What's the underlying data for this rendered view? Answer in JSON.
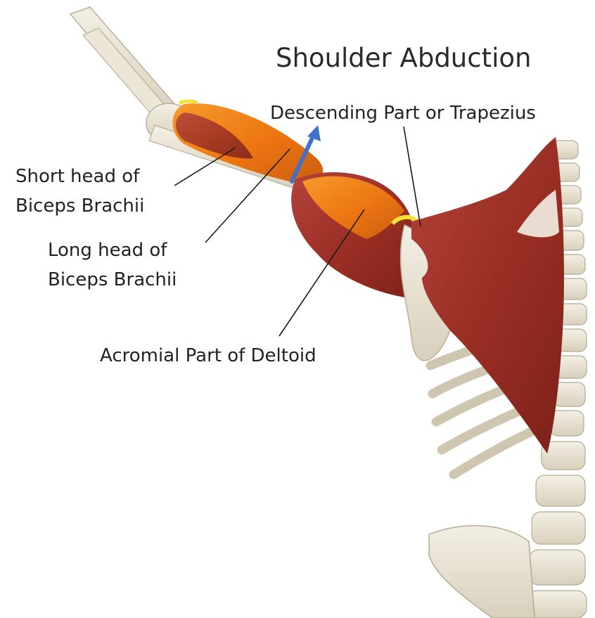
{
  "title": "Shoulder Abduction",
  "labels": {
    "trapezius": "Descending Part or Trapezius",
    "short_head": [
      "Short head of",
      "Biceps Brachii"
    ],
    "long_head": [
      "Long head of",
      "Biceps Brachii"
    ],
    "deltoid": "Acromial Part of Deltoid"
  },
  "colors": {
    "muscle_red": "#9b2f25",
    "muscle_orange": "#ef7a14",
    "bone": "#e9e3d3",
    "tendon_yellow": "#f4e23a",
    "arrow_blue": "#3f72c8",
    "leader_line": "#1a1a1a"
  },
  "icons": {
    "direction_arrow": "arrow-up-right-icon"
  }
}
